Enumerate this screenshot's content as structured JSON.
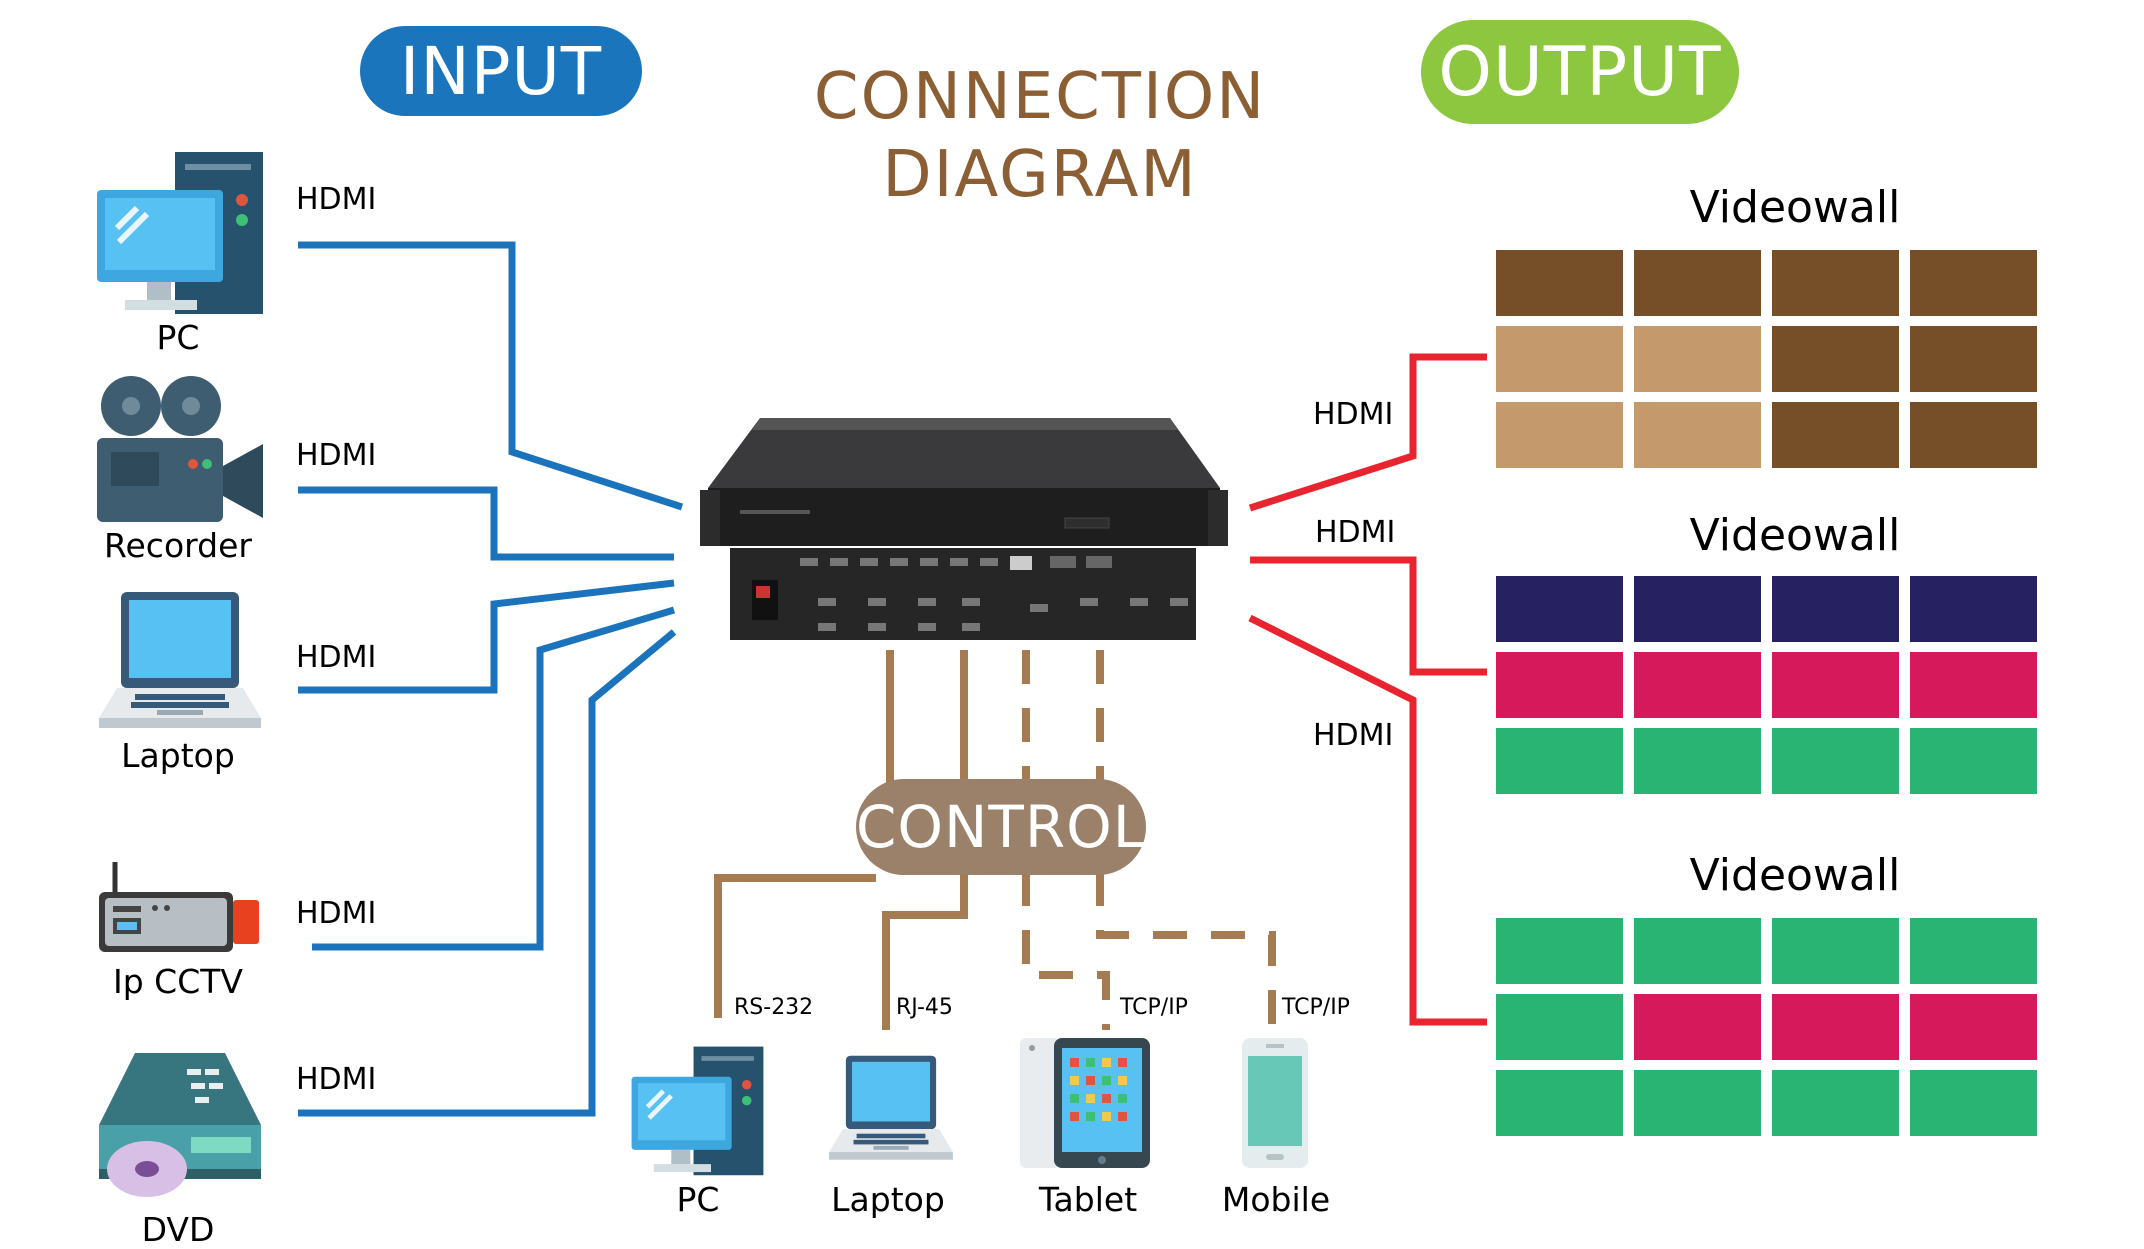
{
  "title": {
    "line1": "CONNECTION",
    "line2": "DIAGRAM"
  },
  "input_label": "INPUT",
  "output_label": "OUTPUT",
  "control_label": "CONTROL",
  "colors": {
    "input": "#1b75bc",
    "output": "#8dc63f",
    "title": "#8b5e34",
    "control": "#9b806a",
    "hdmi_in": "#1b73bb",
    "hdmi_out": "#e8242e",
    "control_line": "#a57c52"
  },
  "inputs": [
    {
      "device": "PC",
      "link": "HDMI",
      "icon": "desktop-pc-icon"
    },
    {
      "device": "Recorder",
      "link": "HDMI",
      "icon": "video-camera-icon"
    },
    {
      "device": "Laptop",
      "link": "HDMI",
      "icon": "laptop-icon"
    },
    {
      "device": "Ip CCTV",
      "link": "HDMI",
      "icon": "cctv-icon"
    },
    {
      "device": "DVD",
      "link": "HDMI",
      "icon": "dvd-player-icon"
    }
  ],
  "outputs": [
    {
      "link": "HDMI"
    },
    {
      "link": "HDMI"
    },
    {
      "link": "HDMI"
    }
  ],
  "videowalls": [
    {
      "title": "Videowall",
      "tiles": [
        "#764f28",
        "#764f28",
        "#764f28",
        "#764f28",
        "#c49a6c",
        "#c49a6c",
        "#764f28",
        "#764f28",
        "#c49a6c",
        "#c49a6c",
        "#764f28",
        "#764f28"
      ]
    },
    {
      "title": "Videowall",
      "tiles": [
        "#262262",
        "#262262",
        "#262262",
        "#262262",
        "#d6195a",
        "#d6195a",
        "#d6195a",
        "#d6195a",
        "#29b473",
        "#29b473",
        "#29b473",
        "#29b473"
      ]
    },
    {
      "title": "Videowall",
      "tiles": [
        "#29b473",
        "#29b473",
        "#29b473",
        "#29b473",
        "#29b473",
        "#d6195a",
        "#d6195a",
        "#d6195a",
        "#29b473",
        "#29b473",
        "#29b473",
        "#29b473"
      ]
    }
  ],
  "controls": [
    {
      "device": "PC",
      "link": "RS-232",
      "icon": "desktop-pc-icon"
    },
    {
      "device": "Laptop",
      "link": "RJ-45",
      "icon": "laptop-icon"
    },
    {
      "device": "Tablet",
      "link": "TCP/IP",
      "icon": "tablet-icon"
    },
    {
      "device": "Mobile",
      "link": "TCP/IP",
      "icon": "mobile-phone-icon"
    }
  ]
}
